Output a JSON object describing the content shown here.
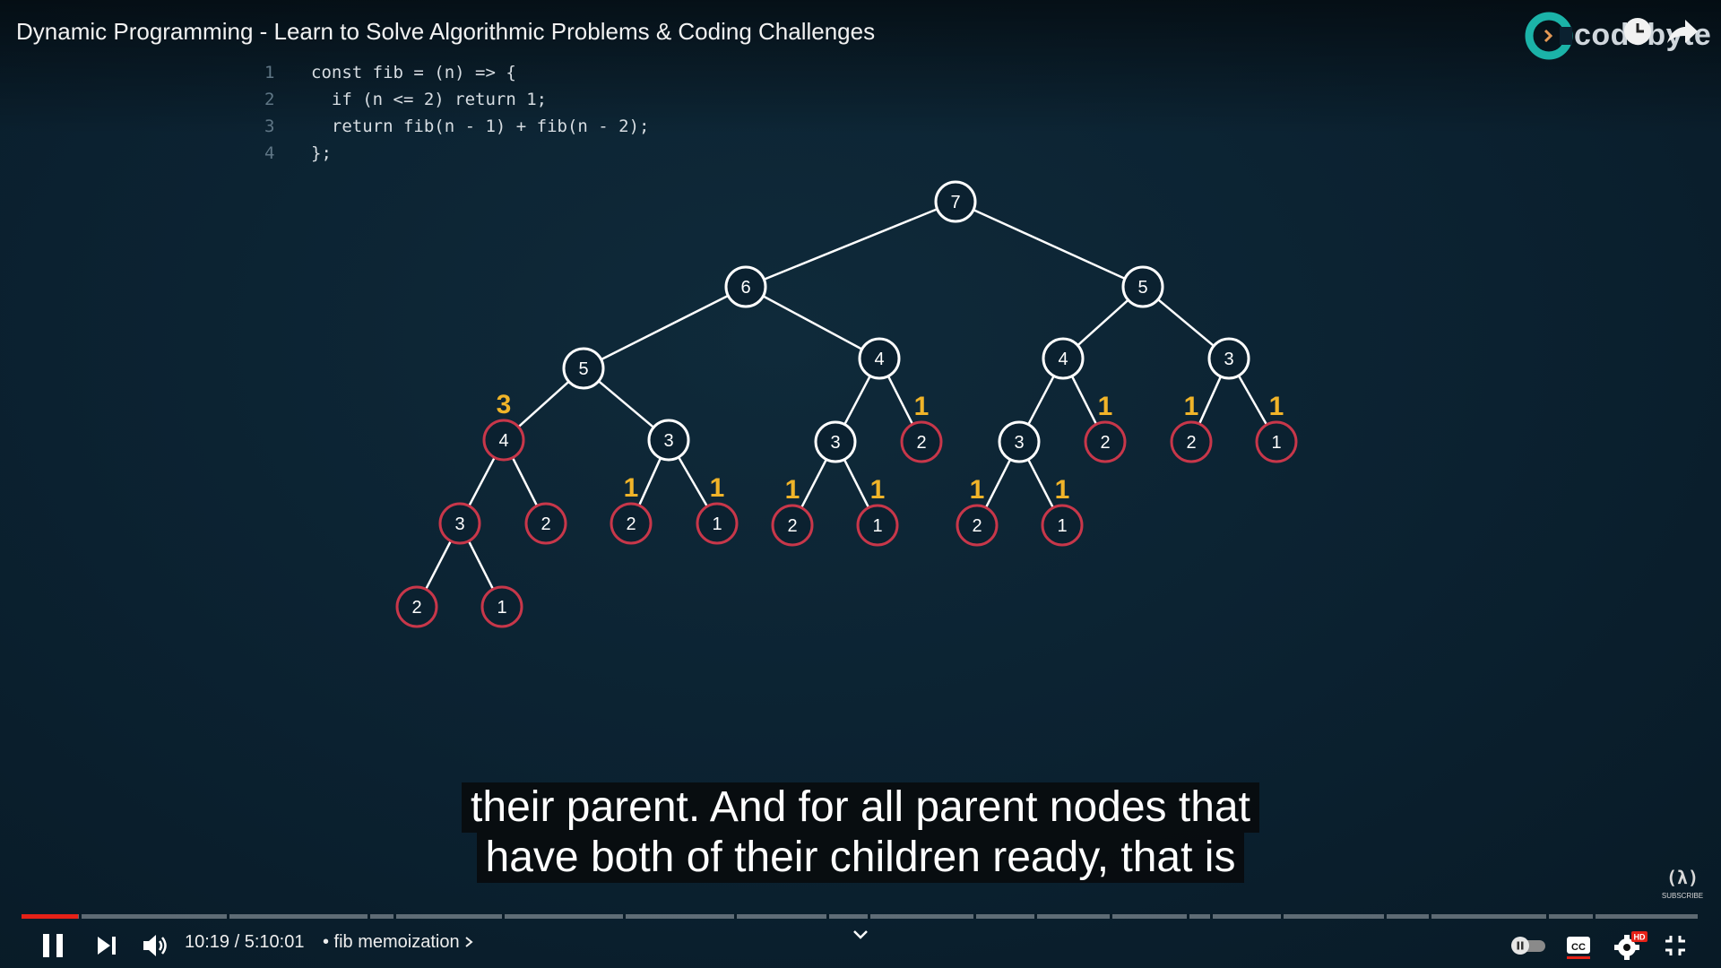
{
  "video": {
    "title": "Dynamic Programming - Learn to Solve Algorithmic Problems & Coding Challenges",
    "brand": "codebyte"
  },
  "code": {
    "lines": [
      {
        "no": "1",
        "text": "const fib = (n) => {"
      },
      {
        "no": "2",
        "text": "  if (n <= 2) return 1;"
      },
      {
        "no": "3",
        "text": "  return fib(n - 1) + fib(n - 2);"
      },
      {
        "no": "4",
        "text": "};"
      }
    ]
  },
  "tree": {
    "node_colors": {
      "white": "#ffffff",
      "red": "#c8374a"
    },
    "label_color": "#f0b429",
    "nodes": [
      {
        "id": "n7",
        "value": "7",
        "border": "white"
      },
      {
        "id": "n6",
        "value": "6",
        "border": "white"
      },
      {
        "id": "n5r",
        "value": "5",
        "border": "white"
      },
      {
        "id": "n5l",
        "value": "5",
        "border": "white"
      },
      {
        "id": "n4a",
        "value": "4",
        "border": "white"
      },
      {
        "id": "n4b",
        "value": "4",
        "border": "white"
      },
      {
        "id": "n3a",
        "value": "3",
        "border": "white"
      },
      {
        "id": "n4c",
        "value": "4",
        "border": "red",
        "label": "3"
      },
      {
        "id": "n3b",
        "value": "3",
        "border": "white"
      },
      {
        "id": "n3c",
        "value": "3",
        "border": "white"
      },
      {
        "id": "n2a",
        "value": "2",
        "border": "red",
        "label": "1"
      },
      {
        "id": "n3d",
        "value": "3",
        "border": "white"
      },
      {
        "id": "n2b",
        "value": "2",
        "border": "red",
        "label": "1"
      },
      {
        "id": "n2c",
        "value": "2",
        "border": "red",
        "label": "1"
      },
      {
        "id": "n1a",
        "value": "1",
        "border": "red",
        "label": "1"
      },
      {
        "id": "n3e",
        "value": "3",
        "border": "red"
      },
      {
        "id": "n2d",
        "value": "2",
        "border": "red"
      },
      {
        "id": "n2e",
        "value": "2",
        "border": "red",
        "label": "1"
      },
      {
        "id": "n1b",
        "value": "1",
        "border": "red",
        "label": "1"
      },
      {
        "id": "n2f",
        "value": "2",
        "border": "red",
        "label": "1"
      },
      {
        "id": "n1c",
        "value": "1",
        "border": "red",
        "label": "1"
      },
      {
        "id": "n2g",
        "value": "2",
        "border": "red",
        "label": "1"
      },
      {
        "id": "n1d",
        "value": "1",
        "border": "red",
        "label": "1"
      },
      {
        "id": "n2h",
        "value": "2",
        "border": "red"
      },
      {
        "id": "n1e",
        "value": "1",
        "border": "red"
      }
    ],
    "edges": [
      [
        "n7",
        "n6"
      ],
      [
        "n7",
        "n5r"
      ],
      [
        "n6",
        "n5l"
      ],
      [
        "n6",
        "n4a"
      ],
      [
        "n5r",
        "n4b"
      ],
      [
        "n5r",
        "n3a"
      ],
      [
        "n5l",
        "n4c"
      ],
      [
        "n5l",
        "n3b"
      ],
      [
        "n4a",
        "n3c"
      ],
      [
        "n4a",
        "n2a"
      ],
      [
        "n4b",
        "n3d"
      ],
      [
        "n4b",
        "n2b"
      ],
      [
        "n3a",
        "n2c"
      ],
      [
        "n3a",
        "n1a"
      ],
      [
        "n4c",
        "n3e"
      ],
      [
        "n4c",
        "n2d"
      ],
      [
        "n3b",
        "n2e"
      ],
      [
        "n3b",
        "n1b"
      ],
      [
        "n3c",
        "n2f"
      ],
      [
        "n3c",
        "n1c"
      ],
      [
        "n3d",
        "n2g"
      ],
      [
        "n3d",
        "n1d"
      ],
      [
        "n3e",
        "n2h"
      ],
      [
        "n3e",
        "n1e"
      ]
    ]
  },
  "captions": {
    "line1": "their parent. And for all parent nodes that",
    "line2": "have both of their children ready, that is"
  },
  "player": {
    "time": "10:19 / 5:10:01",
    "chapter": "• fib memoization",
    "progress_fraction": 0.0338,
    "progress_color": "#e62117",
    "subscribe_label": "SUBSCRIBE",
    "hd_badge": "HD"
  },
  "icons": [
    "brand-logo-icon",
    "watch-later-icon",
    "share-icon",
    "play-pause-icon",
    "next-icon",
    "volume-icon",
    "chevron-right-icon",
    "chevron-down-icon",
    "autoplay-toggle-icon",
    "captions-icon",
    "settings-icon",
    "exit-fullscreen-icon",
    "subscribe-icon"
  ]
}
